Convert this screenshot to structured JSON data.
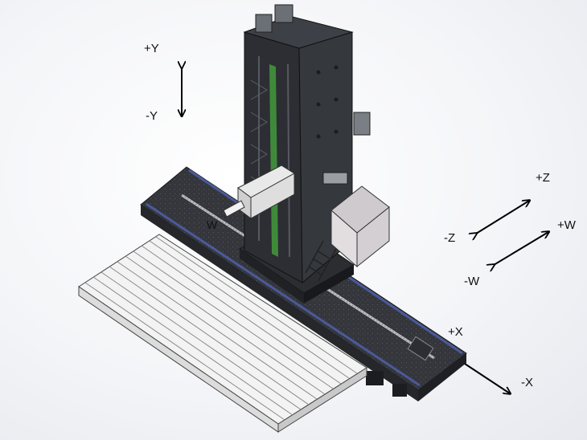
{
  "axes": {
    "plus_y": "+Y",
    "minus_y": "-Y",
    "plus_z": "+Z",
    "minus_z": "-Z",
    "plus_w": "+W",
    "minus_w": "-W",
    "plus_x": "+X",
    "minus_x": "-X",
    "w_spindle": "W"
  },
  "colors": {
    "arrow": "#000000",
    "machine_dark": "#2a2c30",
    "machine_mid": "#3b3e44",
    "rail_blue": "#4a5a9a",
    "column_green": "#3f8a3a",
    "table_face": "#f3f3f3",
    "table_side": "#d8d8d8",
    "housing": "#e2dee0"
  }
}
